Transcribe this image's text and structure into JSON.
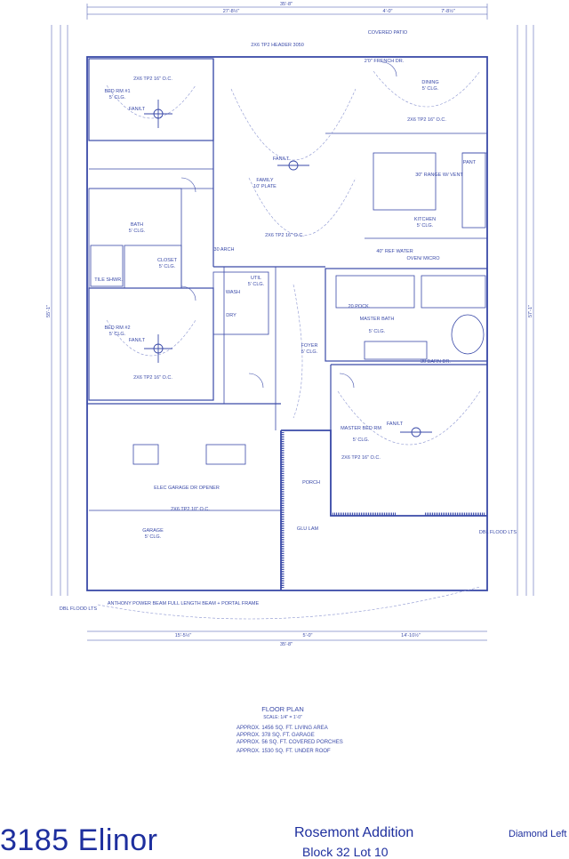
{
  "plan": {
    "rooms": [
      {
        "name": "BED RM #1",
        "sub": "5' CLG.",
        "fan": "FAN/LT",
        "joist": "2X6 TP2 16\" O.C."
      },
      {
        "name": "FAMILY",
        "sub": "10' PLATE",
        "fan": "FAN/LT",
        "joist": "2X6 TP2 16\" O.C."
      },
      {
        "name": "DINING",
        "sub": "5' CLG.",
        "joist": "2X6 TP2 16\" O.C."
      },
      {
        "name": "KITCHEN",
        "sub": "5' CLG."
      },
      {
        "name": "BATH",
        "sub": "5' CLG."
      },
      {
        "name": "CLOSET",
        "sub": "5' CLG."
      },
      {
        "name": "UTIL",
        "sub": "5' CLG."
      },
      {
        "name": "BED RM #2",
        "sub": "5' CLG.",
        "fan": "FAN/LT",
        "joist": "2X6 TP2 16\" O.C."
      },
      {
        "name": "MASTER BATH",
        "sub": "5' CLG."
      },
      {
        "name": "FOYER",
        "sub": "5' CLG."
      },
      {
        "name": "MASTER BED RM",
        "sub": "5' CLG.",
        "fan": "FAN/LT",
        "joist": "2X6 TP2 16\" O.C."
      },
      {
        "name": "GARAGE",
        "sub": "5' CLG.",
        "joist": "2X6 TP2 10\" O.C."
      },
      {
        "name": "PORCH"
      }
    ],
    "labels": {
      "covered_patio": "COVERED PATIO",
      "french_dr": "2'0\" FRENCH DR.",
      "range": "30\" RANGE W/ VENT",
      "ref": "40\" REF WATER",
      "oven": "OVEN/ MICRO",
      "pant": "PANT",
      "header_3050": "2X6 TP2 HEADER 3050",
      "arch": "30 ARCH",
      "wash": "WASH",
      "dryer": "DRY",
      "tile_shwr": "TILE SHWR.",
      "elec_garage": "ELEC GARAGE DR OPENER",
      "beam": "ANTHONY POWER BEAM FULL LENGTH BEAM + PORTAL FRAME",
      "dbl_flood": "DBL FLOOD LTS",
      "glu_lam": "GLU LAM",
      "barn_dr": "30 BARN DR.",
      "pocket": "20 POCK."
    },
    "dimensions": {
      "top_total": "35'-8\"",
      "top_a": "27'-8½\"",
      "top_b": "4'-0\"",
      "top_c": "7'-8½\"",
      "bottom_total": "35'-8\"",
      "bottom_a": "15'-5½\"",
      "bottom_b": "5'-0\"",
      "bottom_c": "14'-10½\"",
      "left_total": "55'-1\"",
      "right_total": "57'-1\""
    },
    "notes": {
      "heading": "FLOOR PLAN",
      "scale": "SCALE: 1/4\" = 1'-0\"",
      "lines": [
        "APPROX. 1456 SQ. FT. LIVING AREA",
        "APPROX. 378 SQ. FT. GARAGE",
        "APPROX. 56 SQ. FT. COVERED PORCHES",
        "APPROX. 1530 SQ. FT. UNDER ROOF"
      ]
    }
  },
  "caption": {
    "title": "3185 Elinor",
    "addition": "Rosemont Addition",
    "block_lot": "Block  32  Lot 10",
    "corner": "Diamond Left"
  },
  "colors": {
    "ink": "#3a4aa8",
    "ink_light": "#8a94d0",
    "caption": "#1e2f9e"
  }
}
